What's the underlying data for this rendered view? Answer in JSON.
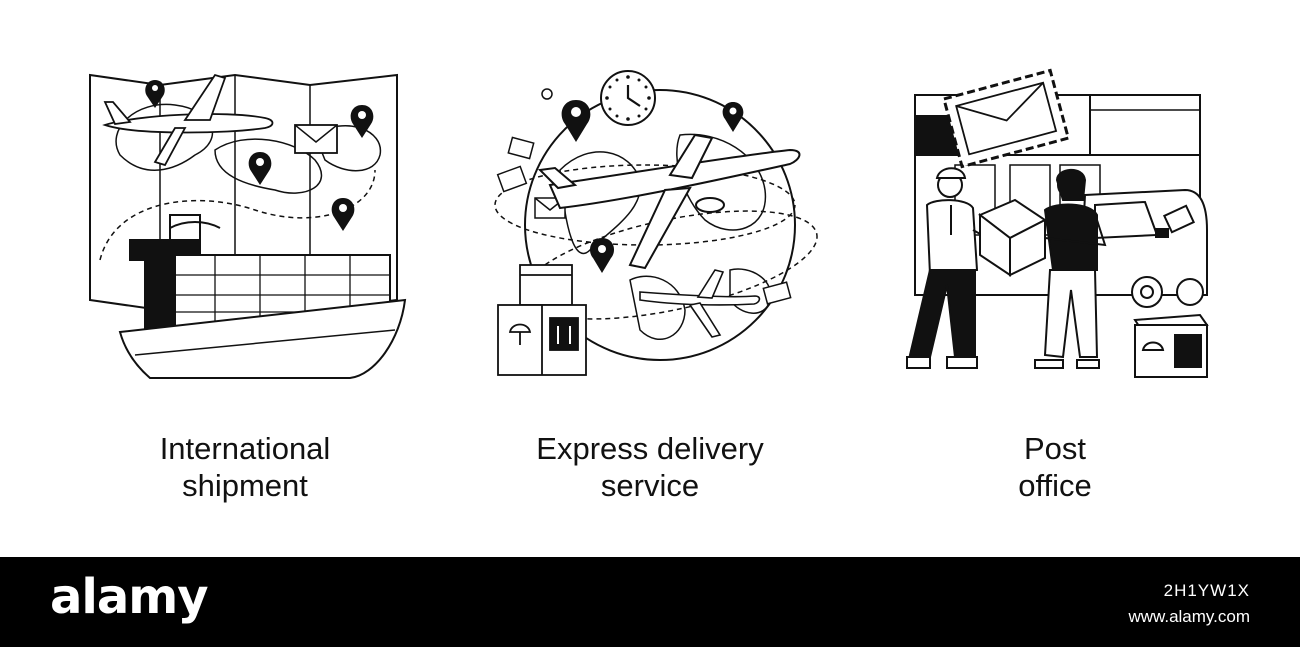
{
  "panels": [
    {
      "caption_line1": "International",
      "caption_line2": "shipment",
      "icon": "ship-map-icon"
    },
    {
      "caption_line1": "Express delivery",
      "caption_line2": "service",
      "icon": "globe-plane-icon"
    },
    {
      "caption_line1": "Post",
      "caption_line2": "office",
      "icon": "post-office-icon"
    }
  ],
  "footer": {
    "logo": "alamy",
    "image_id": "2H1YW1X",
    "url": "www.alamy.com"
  },
  "colors": {
    "ink": "#111111",
    "background": "#ffffff",
    "footer": "#000000"
  }
}
